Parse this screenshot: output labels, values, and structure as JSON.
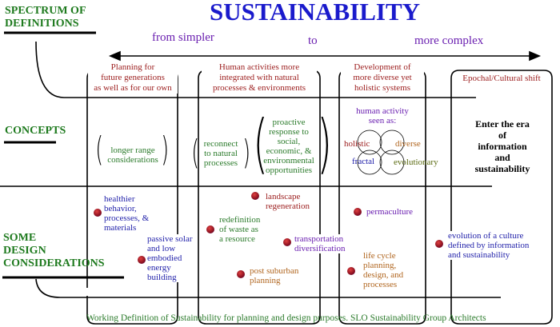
{
  "title": "SUSTAINABILITY",
  "axis": {
    "left": "from simpler",
    "middle": "to",
    "right": "more complex"
  },
  "sections": {
    "spectrum": "SPECTRUM OF DEFINITIONS",
    "concepts": "CONCEPTS",
    "design": [
      "SOME",
      "DESIGN",
      "CONSIDERATIONS"
    ]
  },
  "definitions": [
    [
      "Planning for",
      "future generations",
      "as well as for our own"
    ],
    [
      "Human activities more",
      "integrated with natural",
      "processes & environments"
    ],
    [
      "Development of",
      "more diverse yet",
      "holistic systems"
    ],
    [
      "Epochal/Cultural shift"
    ]
  ],
  "concepts": {
    "c1": [
      "longer range",
      "considerations"
    ],
    "c2a": [
      "reconnect",
      "to natural",
      "processes"
    ],
    "c2b": [
      "proactive",
      "response to",
      "social,",
      "economic, &",
      "environmental",
      "opportunities"
    ],
    "c3_heading": [
      "human activity",
      "seen as:"
    ],
    "c3_words": {
      "holistic": "holistic",
      "diverse": "diverse",
      "fractal": "fractal",
      "evolutionary": "evolutionary"
    },
    "c4": [
      "Enter the era",
      "of",
      "information",
      "and",
      "sustainability"
    ]
  },
  "design": {
    "healthier": [
      "healthier",
      "behavior,",
      "processes,  &",
      "materials"
    ],
    "passive": [
      "passive solar",
      "and low",
      "embodied",
      "energy",
      "building"
    ],
    "landscape": [
      "landscape",
      "regeneration"
    ],
    "redefinition": [
      "redefinition",
      "of waste as",
      "a resource"
    ],
    "transportation": [
      "transportation",
      "diversification"
    ],
    "post": [
      "post suburban",
      "planning"
    ],
    "permaculture": [
      "permaculture"
    ],
    "lifecycle": [
      "life cycle",
      "planning,",
      "design, and",
      "processes"
    ],
    "evolution": [
      "evolution of a culture",
      "defined by information",
      "and sustainability"
    ]
  },
  "caption": "Working Definition of Sustainability for planning and design purposes. SLO Sustainability Group Architects"
}
